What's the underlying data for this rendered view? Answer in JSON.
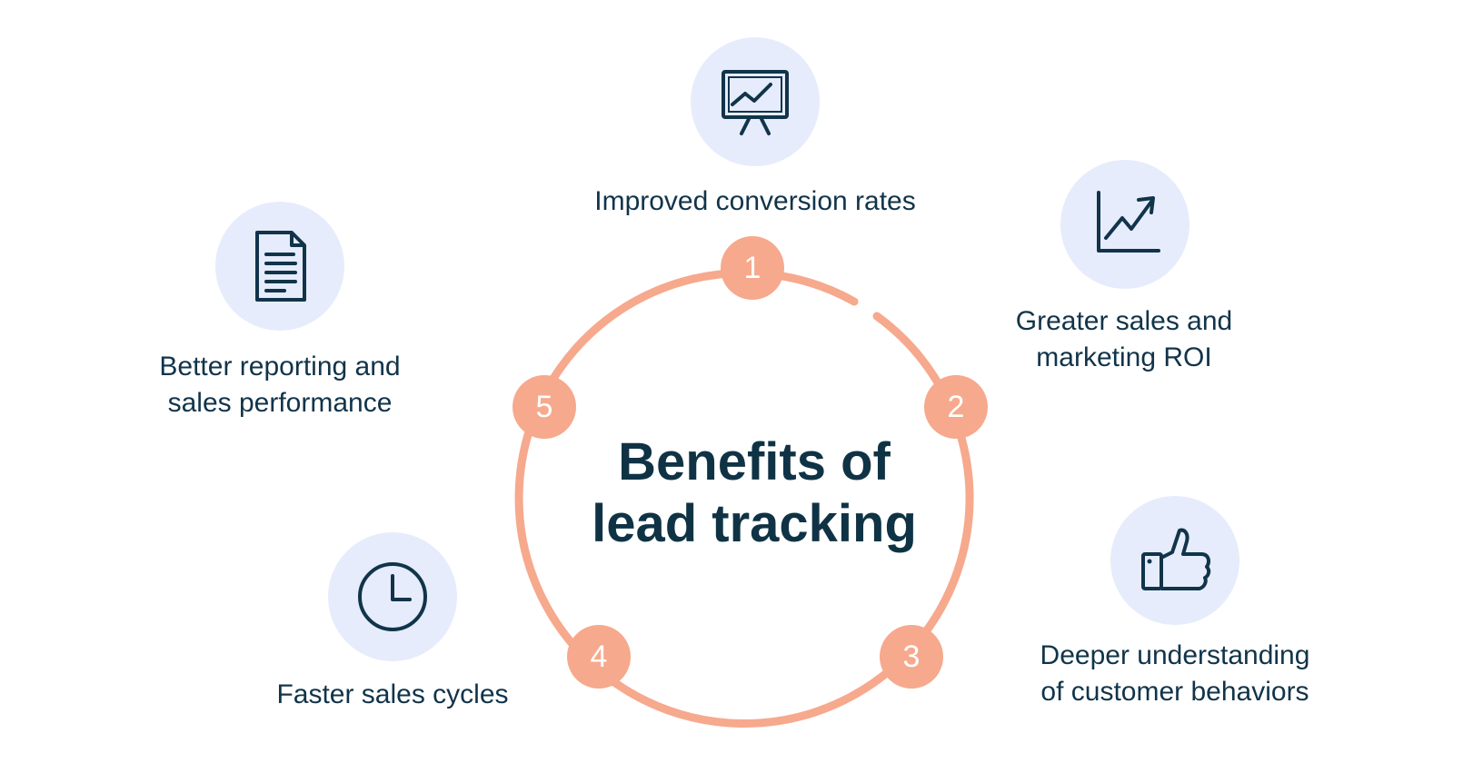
{
  "title": {
    "line1": "Benefits of",
    "line2": "lead tracking"
  },
  "colors": {
    "ring": "#f6a98d",
    "icon_bg": "#e6ecfb",
    "text": "#11344a"
  },
  "benefits": [
    {
      "number": "1",
      "icon": "presentation-chart-icon",
      "lines": [
        "Improved conversion rates"
      ]
    },
    {
      "number": "2",
      "icon": "growth-chart-icon",
      "lines": [
        "Greater sales and",
        "marketing ROI"
      ]
    },
    {
      "number": "3",
      "icon": "thumbs-up-icon",
      "lines": [
        "Deeper understanding",
        "of customer behaviors"
      ]
    },
    {
      "number": "4",
      "icon": "clock-icon",
      "lines": [
        "Faster sales cycles"
      ]
    },
    {
      "number": "5",
      "icon": "document-icon",
      "lines": [
        "Better reporting and",
        "sales performance"
      ]
    }
  ]
}
